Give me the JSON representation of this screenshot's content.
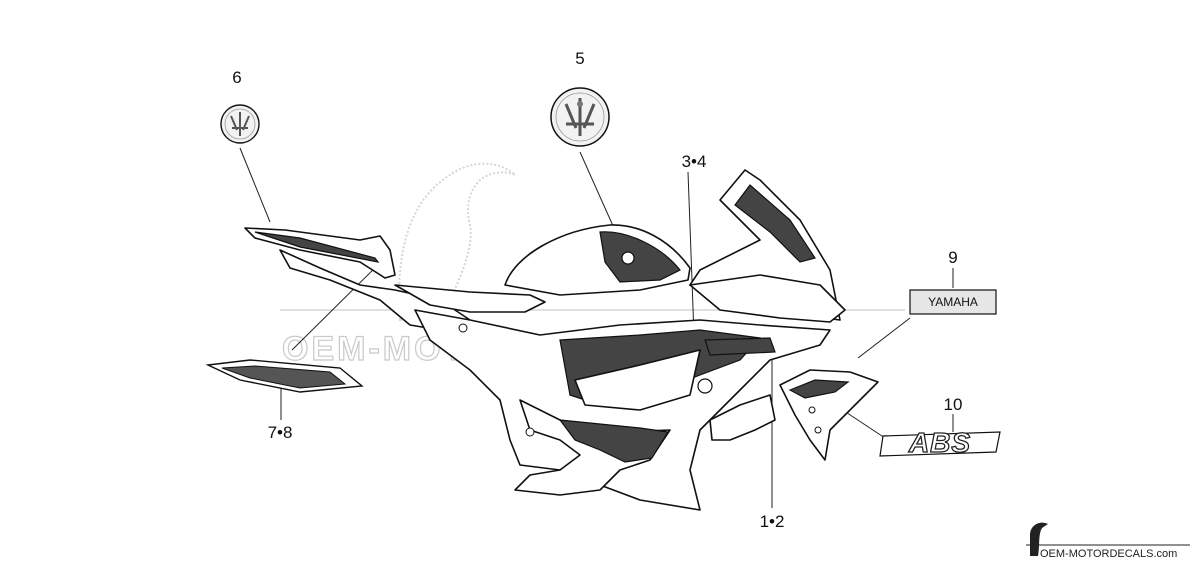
{
  "watermark": {
    "text": "OEM-MOTORDECALS.com",
    "footer": "OEM-MOTORDECALS.com"
  },
  "callouts": [
    {
      "id": "c1",
      "label": "1•2"
    },
    {
      "id": "c3",
      "label": "3•4"
    },
    {
      "id": "c5",
      "label": "5"
    },
    {
      "id": "c6",
      "label": "6"
    },
    {
      "id": "c7",
      "label": "7•8"
    },
    {
      "id": "c9",
      "label": "9"
    },
    {
      "id": "c10",
      "label": "10"
    }
  ],
  "decals": {
    "yamaha_text": "YAMAHA",
    "abs_text": "ABS"
  },
  "colors": {
    "line": "#111111",
    "dark_fill": "#444444",
    "watermark": "#c9c9c9"
  }
}
